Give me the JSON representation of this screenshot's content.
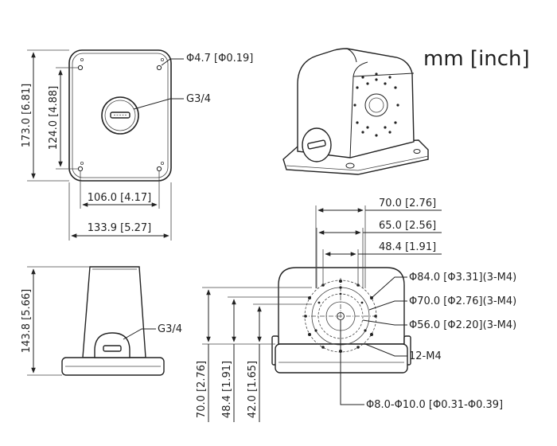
{
  "units_label": "mm [inch]",
  "top_view": {
    "hole_dia": "Φ4.7 [Φ0.19]",
    "port": "G3/4",
    "height_outer": "173.0 [6.81]",
    "height_inner": "124.0 [4.88]",
    "width_inner": "106.0 [4.17]",
    "width_outer": "133.9 [5.27]"
  },
  "side_view": {
    "height": "143.8 [5.66]",
    "port": "G3/4"
  },
  "front_view": {
    "w70": "70.0 [2.76]",
    "w65": "65.0 [2.56]",
    "w48": "48.4 [1.91]",
    "pcd84": "Φ84.0 [Φ3.31](3-M4)",
    "pcd70": "Φ70.0 [Φ2.76](3-M4)",
    "pcd56": "Φ56.0 [Φ2.20](3-M4)",
    "thread": "12-M4",
    "center_hole": "Φ8.0-Φ10.0 [Φ0.31-Φ0.39]",
    "h70": "70.0 [2.76]",
    "h48": "48.4 [1.91]",
    "h42": "42.0 [1.65]"
  }
}
